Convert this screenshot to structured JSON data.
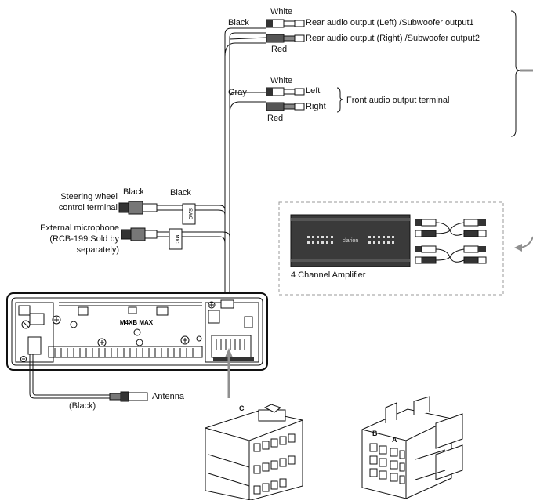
{
  "rca_rear": {
    "wire_color": "Black",
    "upper_plug_color": "White",
    "lower_plug_color": "Red",
    "output_left": "Rear audio output (Left) /Subwoofer output1",
    "output_right": "Rear audio output (Right) /Subwoofer output2"
  },
  "rca_front": {
    "wire_color": "Gray",
    "upper_plug_color": "White",
    "lower_plug_color": "Red",
    "left_label": "Left",
    "right_label": "Right",
    "terminal_label": "Front audio output terminal"
  },
  "steering": {
    "label_line1": "Steering wheel",
    "label_line2": "control terminal",
    "plug_color": "Black",
    "wire_color": "Black",
    "box_text": "SWC"
  },
  "microphone": {
    "label_line1": "External microphone",
    "label_line2": "(RCB-199:Sold by",
    "label_line3": "separately)",
    "box_text": "MIC"
  },
  "amplifier": {
    "caption": "4 Channel Amplifier",
    "brand": "clarion"
  },
  "head_unit": {
    "model_text": "M4XB  MAX"
  },
  "antenna": {
    "label": "Antenna",
    "wire_color": "(Black)"
  },
  "connectors": {
    "c_label": "C",
    "b_label": "B",
    "a_label": "A"
  },
  "colors": {
    "line": "#111111",
    "wire_gray": "#8a8a8a",
    "dash_box": "#9a9a9a",
    "arrow_gray": "#8f8f8f"
  }
}
